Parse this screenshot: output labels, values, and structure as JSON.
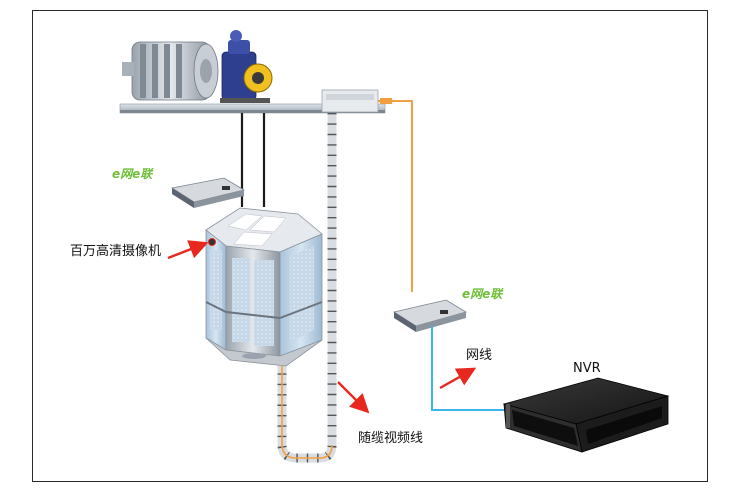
{
  "labels": {
    "camera": "百万高清摄像机",
    "network_cable": "网线",
    "nvr": "NVR",
    "traveling_cable": "随缆视频线"
  },
  "brand": {
    "logo_top": "e网e联",
    "logo_right": "e网e联"
  },
  "colors": {
    "orange_cable": "#f0a040",
    "blue_cable": "#3ab6e6",
    "arrow_red": "#e8281e",
    "brand_green": "#6fbf3a"
  }
}
